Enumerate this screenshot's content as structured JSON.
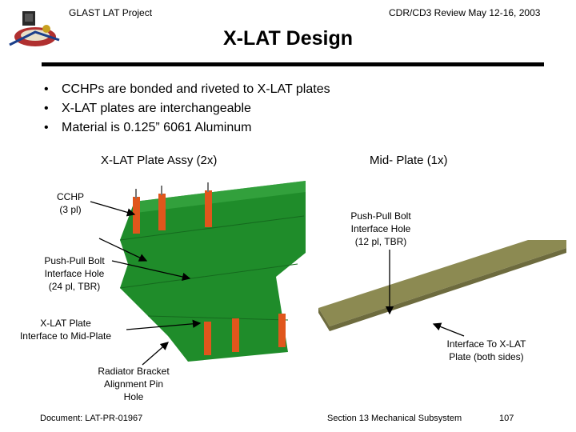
{
  "header": {
    "project": "GLAST LAT Project",
    "review": "CDR/CD3 Review May 12-16, 2003"
  },
  "title": "X-LAT Design",
  "bullets": [
    "CCHPs are bonded and riveted to X-LAT plates",
    "X-LAT plates are interchangeable",
    "Material is 0.125” 6061 Aluminum"
  ],
  "figures": {
    "left_caption": "X-LAT Plate Assy (2x)",
    "right_caption": "Mid- Plate (1x)"
  },
  "callouts": {
    "cchp": "CCHP\n(3 pl)",
    "push_pull_left": "Push-Pull Bolt\nInterface Hole\n(24 pl, TBR)",
    "push_pull_right": "Push-Pull Bolt\nInterface Hole\n(12 pl, TBR)",
    "xlat_interface": "X-LAT Plate\nInterface to Mid-Plate",
    "interface_xlat": "Interface To X-LAT\nPlate (both sides)",
    "radiator": "Radiator Bracket\nAlignment Pin\nHole"
  },
  "footer": {
    "document": "Document:  LAT-PR-01967",
    "section": "Section 13   Mechanical Subsystem",
    "page": "107"
  },
  "colors": {
    "green_plate": "#1f8c2a",
    "khaki_plate": "#8c8a52",
    "heat_pipe": "#e0561c"
  }
}
